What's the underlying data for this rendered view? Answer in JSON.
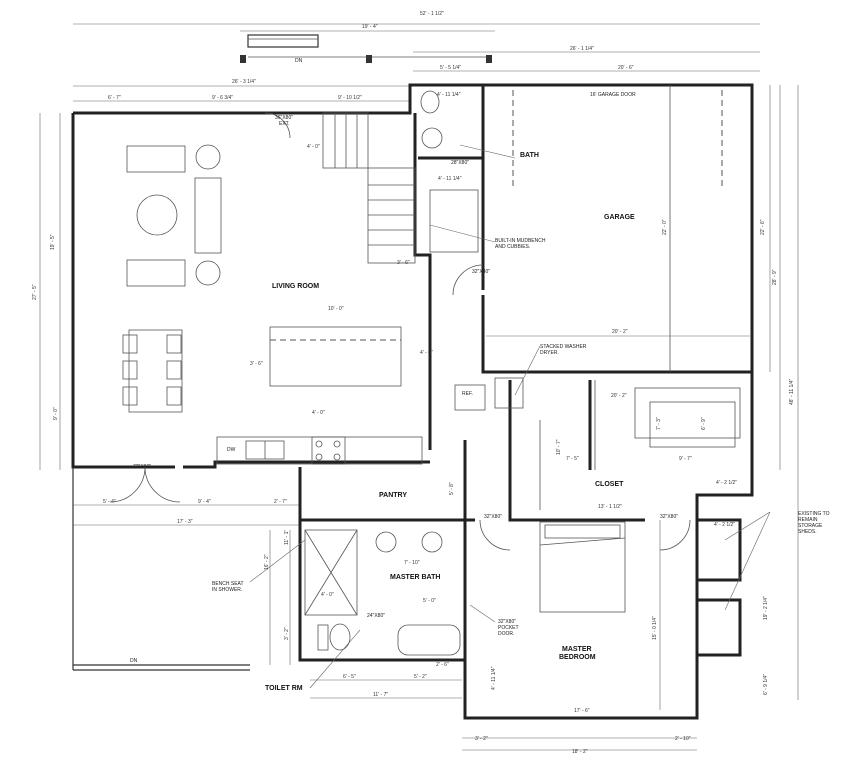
{
  "rooms": {
    "living_room": "LIVING ROOM",
    "garage": "GARAGE",
    "bath": "BATH",
    "pantry": "PANTRY",
    "closet": "CLOSET",
    "master_bath": "MASTER BATH",
    "master_bedroom_1": "MASTER",
    "master_bedroom_2": "BEDROOM",
    "toilet_rm": "TOILET RM"
  },
  "notes": {
    "garage_door": "16' GARAGE DOOR",
    "mudbench_1": "BUILT-IN MUDBENCH",
    "mudbench_2": "AND CUBBIES.",
    "washer_1": "STACKED WASHER",
    "washer_2": "DRYER.",
    "bench_1": "BENCH SEAT",
    "bench_2": "IN SHOWER.",
    "pocket_1": "32\"X80\"",
    "pocket_2": "POCKET",
    "pocket_3": "DOOR.",
    "sheds_1": "EXISTING TO",
    "sheds_2": "REMAIN",
    "sheds_3": "STORAGE",
    "sheds_4": "SHEDS.",
    "ext_door_1": "36\"X80\"",
    "ext_door_2": "EXT.",
    "door_garage": "32\"X80\"",
    "door_bath": "28\"X80\"",
    "door_patio": "72\"X80\"",
    "door_closet_1": "32\"X80\"",
    "door_closet_2": "32\"X80\"",
    "door_toilet": "24\"X80\"",
    "ref": "REF.",
    "dw": "DW",
    "dn_top": "DN",
    "dn_bottom": "DN"
  },
  "dimensions": {
    "overall_width": "52' - 1 1/2\"",
    "porch_width": "19' - 4\"",
    "right_width": "26' - 1 1/4\"",
    "garage_width_top": "20' - 6\"",
    "bath_width_top": "5' - 5 1/4\"",
    "left_to_porch": "26' - 3 1/4\"",
    "seg_1": "6' - 7\"",
    "seg_2": "9' - 6 3/4\"",
    "seg_3": "9' - 10 1/2\"",
    "bath_seg": "4' - 11 1/4\"",
    "mud_seg": "4' - 11 1/4\"",
    "stair_w": "3' - 6\"",
    "stair_d": "4' - 0\"",
    "living_h": "19' - 5\"",
    "total_left_h": "27' - 5\"",
    "dining_h": "9' - 0\"",
    "island_w": "10' - 0\"",
    "island_h": "3' - 6\"",
    "island_gap_r": "4' - 0\"",
    "island_gap_b": "4' - 0\"",
    "garage_d": "22' - 0\"",
    "garage_d_right": "22' - 6\"",
    "right_total_1": "28' - 9\"",
    "right_total_2": "48' - 11 1/4\"",
    "garage_w": "20' - 2\"",
    "closet_w": "20' - 2\"",
    "closet_seg1": "7' - 5\"",
    "closet_seg2": "9' - 7\"",
    "closet_h1": "10' - 7\"",
    "closet_h2": "7' - 3\"",
    "closet_h3": "6' - 9\"",
    "closet_bottom": "13' - 1 1/2\"",
    "shed_1": "4' - 2 1/2\"",
    "shed_2": "4' - 2 1/2\"",
    "patio_1": "5' - 4\"",
    "patio_2": "9' - 4\"",
    "patio_3": "2' - 7\"",
    "patio_total": "17' - 3\"",
    "pantry_h": "5' - 8\"",
    "mb_w": "7' - 10\"",
    "shower_w": "4' - 0\"",
    "tub_w": "5' - 0\"",
    "tr_1": "6' - 5\"",
    "tr_2": "5' - 2\"",
    "tr_total": "11' - 7\"",
    "tr_gap": "2' - 6\"",
    "bed_w": "17' - 6\"",
    "bed_h": "15' - 0 1/4\"",
    "bed_bottom": "18' - 2\"",
    "bed_win_l": "3' - 2\"",
    "bed_win_r": "2' - 10\"",
    "left_h1": "16' - 2\"",
    "left_h2": "11' - 1\"",
    "left_h3": "3' - 2\"",
    "bed_side": "4' - 11 1/4\"",
    "shed_h": "19' - 2 1/4\"",
    "shed_h2": "6' - 9 1/4\""
  }
}
